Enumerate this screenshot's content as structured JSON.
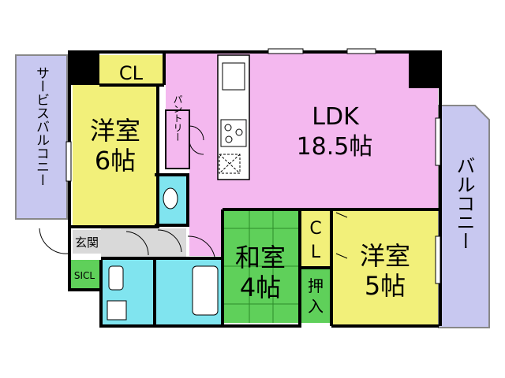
{
  "rooms": {
    "ldk": {
      "name": "LDK",
      "size": "18.5帖",
      "color": "#f4b8ef"
    },
    "western_6": {
      "line1": "洋室",
      "line2": "6帖",
      "color": "#f2f07a"
    },
    "western_5": {
      "line1": "洋室",
      "line2": "5帖",
      "color": "#f2f07a"
    },
    "japanese_4": {
      "line1": "和室",
      "line2": "4帖",
      "color": "#5fd05a"
    },
    "closet_top": {
      "label": "CL",
      "color": "#f2f07a"
    },
    "closet_right": {
      "line1": "C",
      "line2": "L",
      "color": "#f2f07a"
    },
    "oshiire": {
      "line1": "押",
      "line2": "入",
      "color": "#5fd05a"
    },
    "pantry": {
      "label": "パントリー",
      "color": "#f4b8ef"
    },
    "entrance": {
      "label": "玄関",
      "color": "#d9d9d9"
    },
    "sicl": {
      "label": "SICL",
      "color": "#5fd05a"
    },
    "bath_color": "#80e4ef"
  },
  "balconies": {
    "service": {
      "label": "サービスバルコニー",
      "color": "#c8c8f0"
    },
    "main": {
      "label": "バルコニー",
      "color": "#c8c8f0"
    }
  }
}
